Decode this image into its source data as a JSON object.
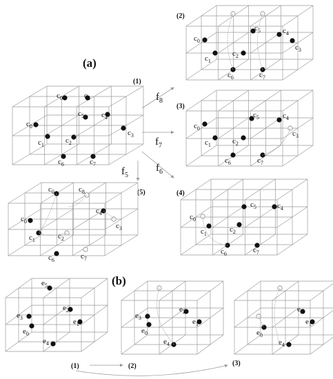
{
  "section_a": "(a)",
  "section_b": "(b)",
  "panel_labels": [
    "(1)",
    "(2)",
    "(3)",
    "(4)",
    "(5)"
  ],
  "arrow_labels": {
    "f8": "f",
    "f8_sub": "8",
    "f7": "f",
    "f7_sub": "7",
    "f6": "f",
    "f6_sub": "6",
    "f5": "f",
    "f5_sub": "5"
  },
  "b_panel_labels": [
    "(1)",
    "(2)",
    "(3)"
  ],
  "c_labels": {
    "c0": "c",
    "c1": "c",
    "c2": "c",
    "c3": "c",
    "c4": "c",
    "c5": "c",
    "c6": "c",
    "c7": "c",
    "s0": "0",
    "s1": "1",
    "s2": "2",
    "s3": "3",
    "s4": "4",
    "s5": "5",
    "s6": "6",
    "s7": "7",
    "s8": "8"
  },
  "e_labels": {
    "e": "e",
    "s0": "0",
    "s1": "1",
    "s2": "2",
    "s3": "3",
    "s4": "4",
    "s5": "5"
  },
  "colors": {
    "line": "#9a9a9a",
    "dot": "#111111",
    "text": "#111111"
  }
}
